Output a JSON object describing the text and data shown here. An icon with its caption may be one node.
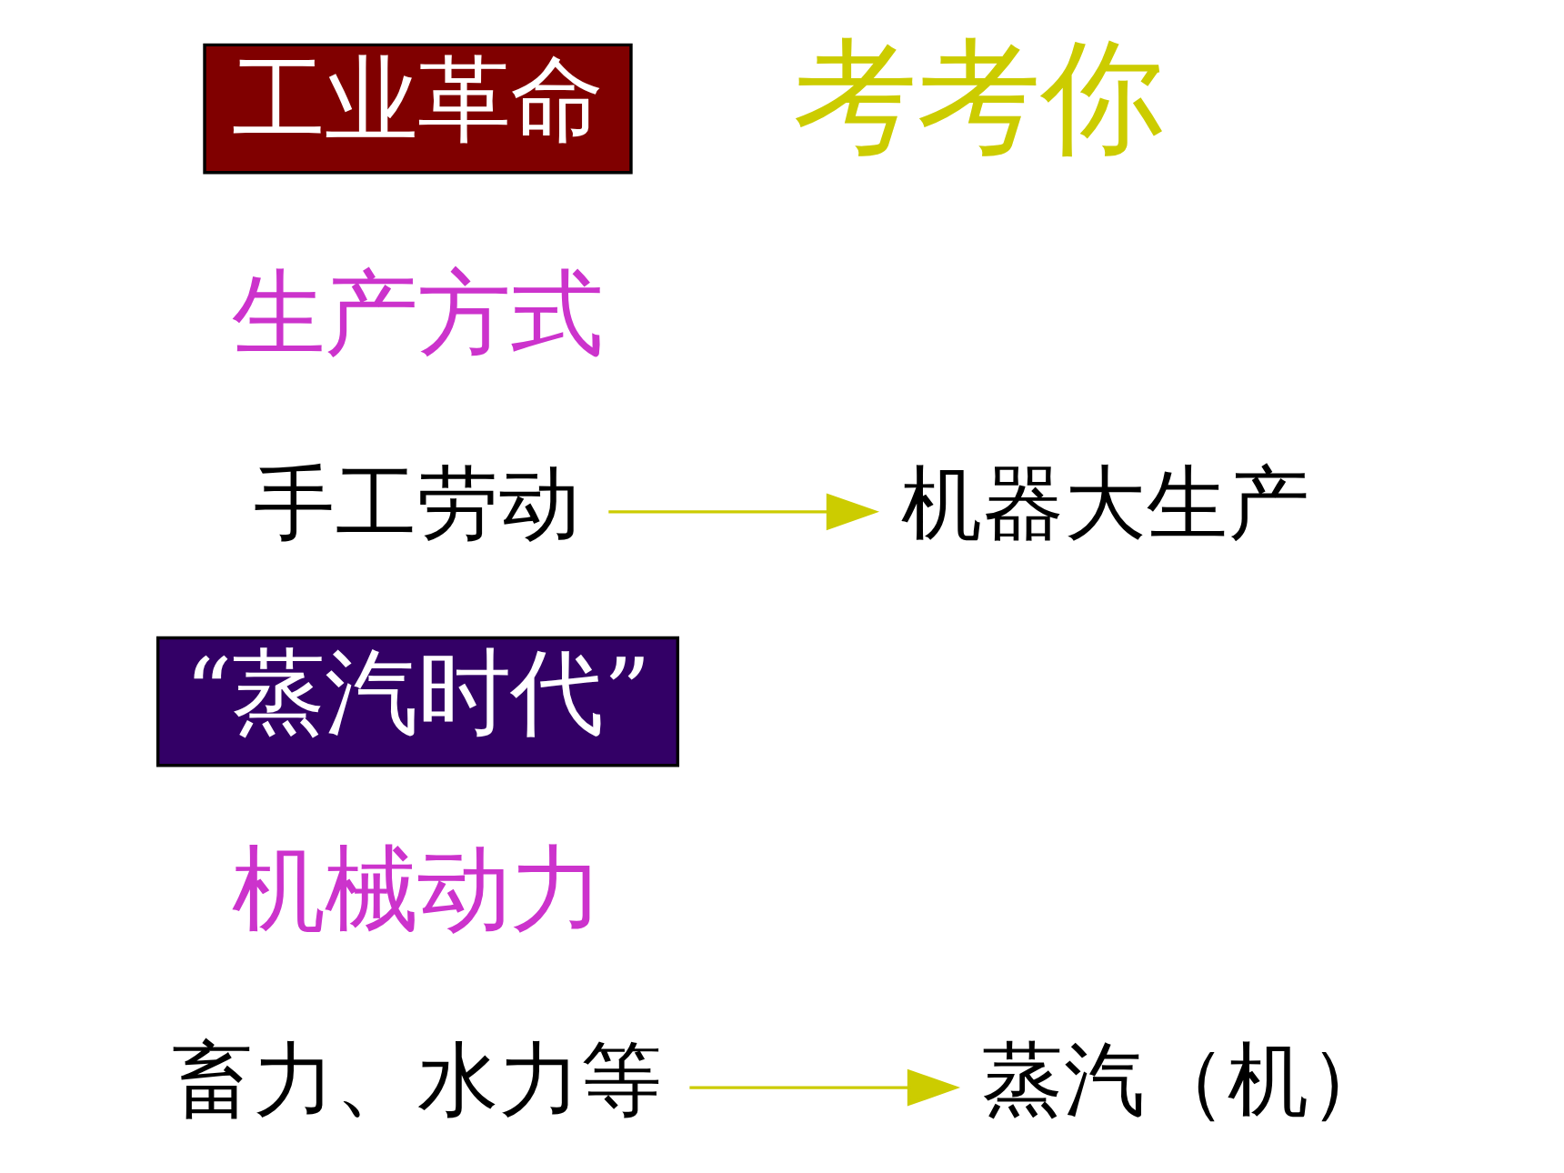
{
  "diagram": {
    "nodes": [
      {
        "text": [
          "工业革命"
        ]
      },
      {
        "text": [
          "手工劳动"
        ]
      },
      {
        "text": [
          "机器大生产"
        ]
      },
      {
        "text": [
          "“蒸汽时代”"
        ]
      },
      {
        "text": [
          "畜力、水力等"
        ]
      },
      {
        "text": [
          "蒸汽（机）"
        ]
      }
    ],
    "edges": [
      {
        "from": 1,
        "to": 2,
        "arrow": "to"
      },
      {
        "from": 4,
        "to": 5,
        "arrow": "to"
      }
    ],
    "labels": [
      "考考你",
      "生产方式",
      "机械动力"
    ]
  }
}
